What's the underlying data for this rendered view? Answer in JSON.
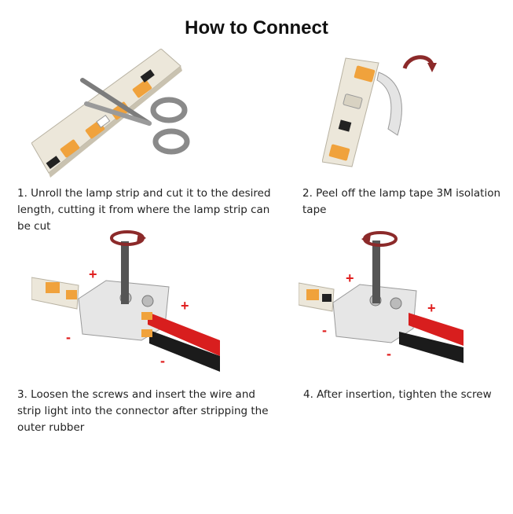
{
  "header": {
    "title": "How to Connect"
  },
  "steps": [
    {
      "caption_line1": "1. Unroll the lamp strip and cut it to the desired",
      "caption_line2": "length, cutting it from where the lamp strip can be cut"
    },
    {
      "caption_line1": "2. Peel off the lamp tape 3M isolation tape"
    },
    {
      "caption_line1": "3. Loosen the screws and insert the wire and",
      "caption_line2": "strip light into the connector after stripping the",
      "caption_line3": "outer rubber"
    },
    {
      "caption_line1": "4. After insertion, tighten the screw"
    }
  ],
  "polarity": {
    "plus": "+",
    "minus": "-"
  },
  "icons": {
    "cut": "scissors-icon",
    "peel": "peel-arrow-icon",
    "rotate_loosen": "rotate-arrow-icon",
    "rotate_tighten": "rotate-arrow-icon"
  },
  "colors": {
    "arrow": "#8c2a2a",
    "wire_red": "#d81e1e",
    "wire_black": "#1b1b1b",
    "polarity_red": "#e02020",
    "led_orange": "#f0a23c",
    "strip": "#ece7da"
  }
}
